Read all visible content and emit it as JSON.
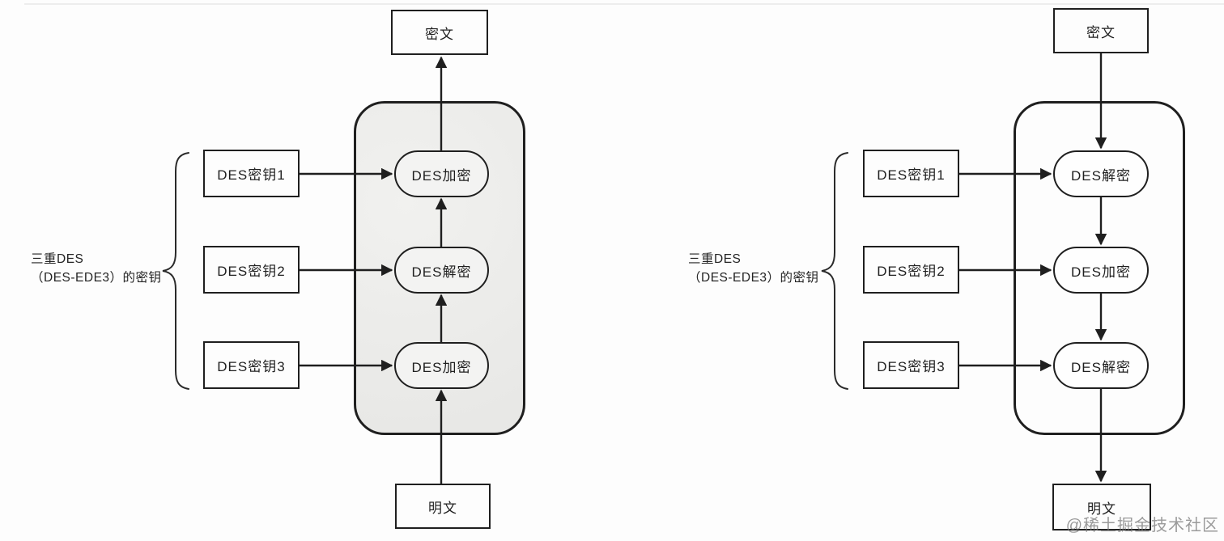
{
  "page": {
    "watermark": "@稀土掘金技术社区"
  },
  "colors": {
    "line": "#1f1f1f",
    "box_border": "#1f1f1f",
    "encrypt_container_fill": "#ececea",
    "decrypt_container_fill": "#fdfdfd",
    "background": "#fdfdfd",
    "watermark": "#737373"
  },
  "diagrams": [
    {
      "id": "triple-des-encryption",
      "flow_direction": "up",
      "top_box": "密文",
      "bottom_box": "明文",
      "keys": [
        "DES密钥1",
        "DES密钥2",
        "DES密钥3"
      ],
      "stages": [
        "DES加密",
        "DES解密",
        "DES加密"
      ],
      "brace_label_line1": "三重DES",
      "brace_label_line2": "（DES-EDE3）的密钥"
    },
    {
      "id": "triple-des-decryption",
      "flow_direction": "down",
      "top_box": "密文",
      "bottom_box": "明文",
      "keys": [
        "DES密钥1",
        "DES密钥2",
        "DES密钥3"
      ],
      "stages": [
        "DES解密",
        "DES加密",
        "DES解密"
      ],
      "brace_label_line1": "三重DES",
      "brace_label_line2": "（DES-EDE3）的密钥"
    }
  ]
}
